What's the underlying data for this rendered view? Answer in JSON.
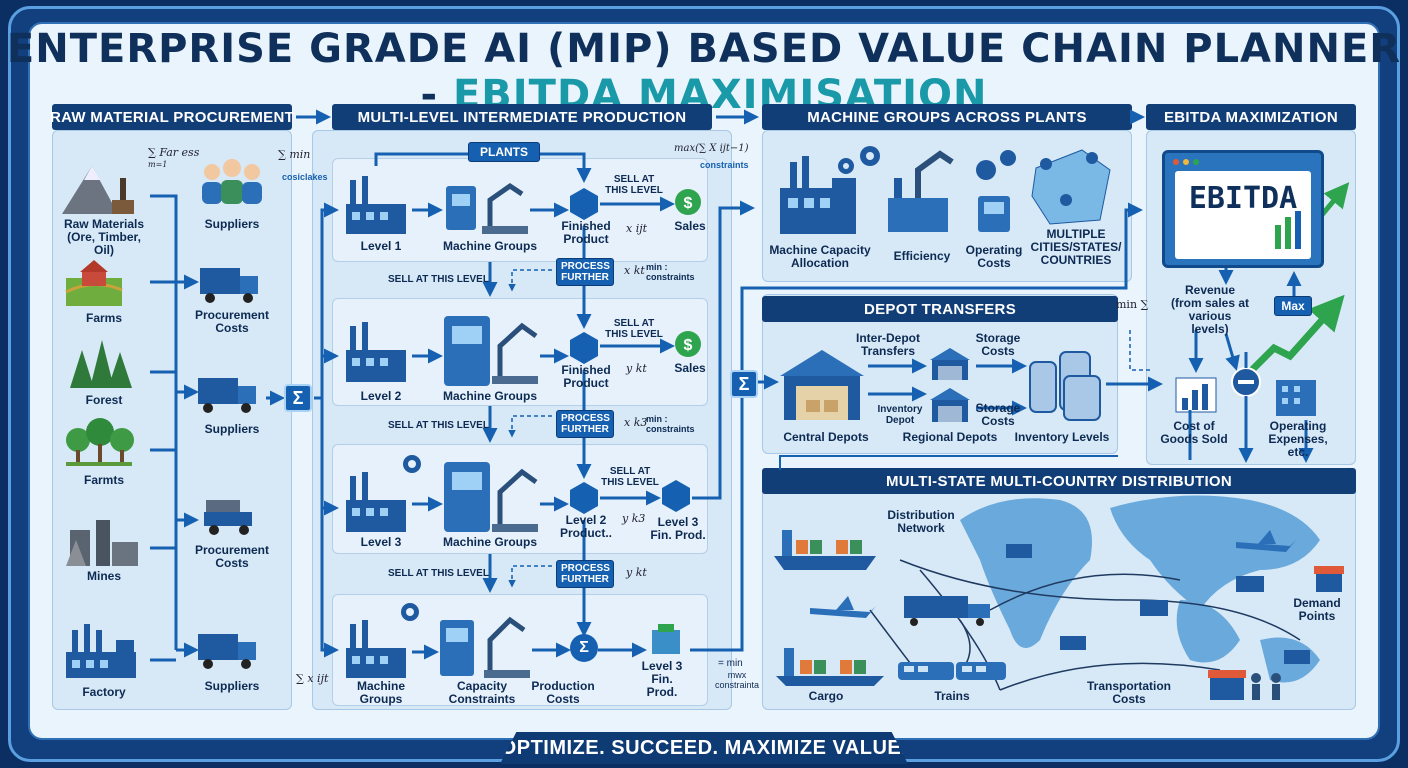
{
  "title": {
    "main": "ENTERPRISE GRADE AI (MIP) BASED VALUE CHAIN PLANNER - ",
    "accent": "EBITDA MAXIMISATION"
  },
  "sections": {
    "raw": "RAW MATERIAL PROCUREMENT",
    "production": "MULTI-LEVEL INTERMEDIATE PRODUCTION",
    "machines": "MACHINE GROUPS ACROSS PLANTS",
    "ebitda": "EBITDA MAXIMIZATION",
    "depot": "DEPOT TRANSFERS",
    "distribution": "MULTI-STATE MULTI-COUNTRY DISTRIBUTION"
  },
  "raw": {
    "sources": [
      "Raw Materials (Ore, Timber, Oil)",
      "Farms",
      "Forest",
      "Farmts",
      "Mines",
      "Factory"
    ],
    "suppliers": [
      "Suppliers",
      "Procurement Costs",
      "Suppliers",
      "Procurement Costs",
      "Suppliers"
    ],
    "math_top": "∑ Far ess",
    "math_top_sub": "m=1"
  },
  "production": {
    "plants": "PLANTS",
    "math_left": "∑ min",
    "math_left_sub": "cosiclakes",
    "math_max": "max(∑ X ijt−1)",
    "math_max_sub": "constraints",
    "levels": [
      "Level 1",
      "Level 2",
      "Level 3"
    ],
    "machine_groups": "Machine Groups",
    "finished": "Finished Product",
    "sales": "Sales",
    "sell_at_this_level": "SELL AT THIS LEVEL",
    "sell_at_this_level_2": "SELL AT THIS LEVEL",
    "sell_at_this_level_3": "SELL AT THIS LEVEL",
    "sell_at": "SELL AT THIS LEVEL",
    "process_further": "PROCESS FURTHER",
    "x_ijt": "x ijt",
    "x_kt": "x kt",
    "y_kt": "y kt",
    "x_k3": "x k3",
    "y_k3": "y k3",
    "y_kt_bottom": "y kt",
    "min_constraints": "min : constraints",
    "level2_product": "Level 2 Product..",
    "level3_fin": "Level 3 Fin. Prod.",
    "machine_groups_b": "Machine Groups",
    "capacity_constraints": "Capacity Constraints",
    "production_costs": "Production Costs",
    "level3_fin_b": "Level 3 Fin. Prod.",
    "sum_xijt": "∑ x ijt",
    "eq_min": "= min",
    "eq_min_sub": "mwx constrainta"
  },
  "machines": {
    "items": [
      "Machine Capacity Allocation",
      "Efficiency",
      "Operating Costs",
      "MULTIPLE CITIES/STATES/ COUNTRIES"
    ]
  },
  "depot": {
    "inter": "Inter-Depot Transfers",
    "storage1": "Storage Costs",
    "inventory_depot": "Inventory Depot",
    "storage2": "Storage Costs",
    "central": "Central Depots",
    "regional": "Regional Depots",
    "levels": "Inventory Levels",
    "math": "min ∑"
  },
  "ebitda": {
    "screen": "EBITDA",
    "revenue": "Revenue (from sales at various levels)",
    "max": "Max",
    "cogs": "Cost of Goods Sold",
    "opex": "Operating Expenses, etc."
  },
  "distribution": {
    "network": "Distribution Network",
    "demand": "Demand Points",
    "cargo": "Cargo",
    "trains": "Trains",
    "transport": "Transportation Costs"
  },
  "footer": "OPTIMIZE. SUCCEED. MAXIMIZE VALUE.",
  "colors": {
    "navy": "#123e78",
    "accent": "#1a9aa8",
    "blue": "#1560b0",
    "green": "#2ea44f"
  }
}
